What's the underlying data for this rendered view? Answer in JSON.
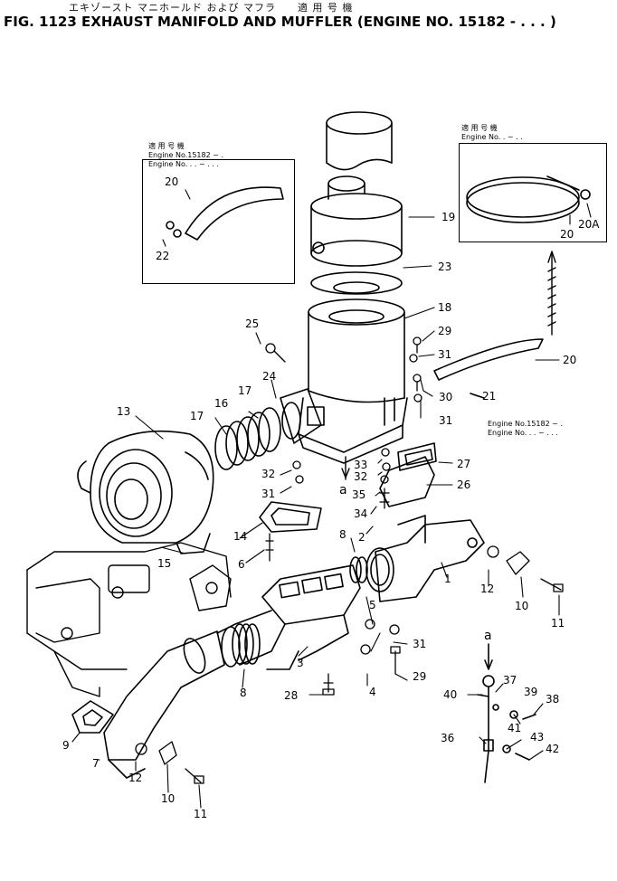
{
  "header": {
    "japanese_title": "エキゾースト マニホールド および マフラ　　適 用 号 機",
    "title": "FIG. 1123  EXHAUST MANIFOLD AND MUFFLER (ENGINE NO. 15182 -    . . .   )"
  },
  "notes": {
    "top_left": [
      "適 用 号 機",
      "Engine No.15182 ~ .",
      "Engine No. . . ~ . . ."
    ],
    "top_right": [
      "適 用 号 機",
      "Engine No.   .   ~   . ."
    ],
    "mid_right": [
      "Engine No.15182 ~   .",
      "Engine No.  . .   ~  . . ."
    ]
  },
  "callouts": {
    "c1": "1",
    "c2": "2",
    "c3": "3",
    "c4": "4",
    "c5": "5",
    "c6": "6",
    "c7": "7",
    "c8a": "8",
    "c8b": "8",
    "c9": "9",
    "c10a": "10",
    "c10b": "10",
    "c11a": "11",
    "c11b": "11",
    "c12a": "12",
    "c12b": "12",
    "c13": "13",
    "c14": "14",
    "c15": "15",
    "c16": "16",
    "c17a": "17",
    "c17b": "17",
    "c18": "18",
    "c19": "19",
    "c20a": "20",
    "c20b": "20",
    "c20c": "20",
    "c20A": "20A",
    "c21": "21",
    "c22": "22",
    "c23": "23",
    "c24": "24",
    "c25": "25",
    "c26": "26",
    "c27": "27",
    "c28": "28",
    "c29a": "29",
    "c29b": "29",
    "c30": "30",
    "c31a": "31",
    "c31b": "31",
    "c31c": "31",
    "c31d": "31",
    "c32a": "32",
    "c32b": "32",
    "c33": "33",
    "c34": "34",
    "c35": "35",
    "c36": "36",
    "c37": "37",
    "c38": "38",
    "c39": "39",
    "c40": "40",
    "c41": "41",
    "c42": "42",
    "c43": "43",
    "ref_a1": "a",
    "ref_a2": "a"
  }
}
